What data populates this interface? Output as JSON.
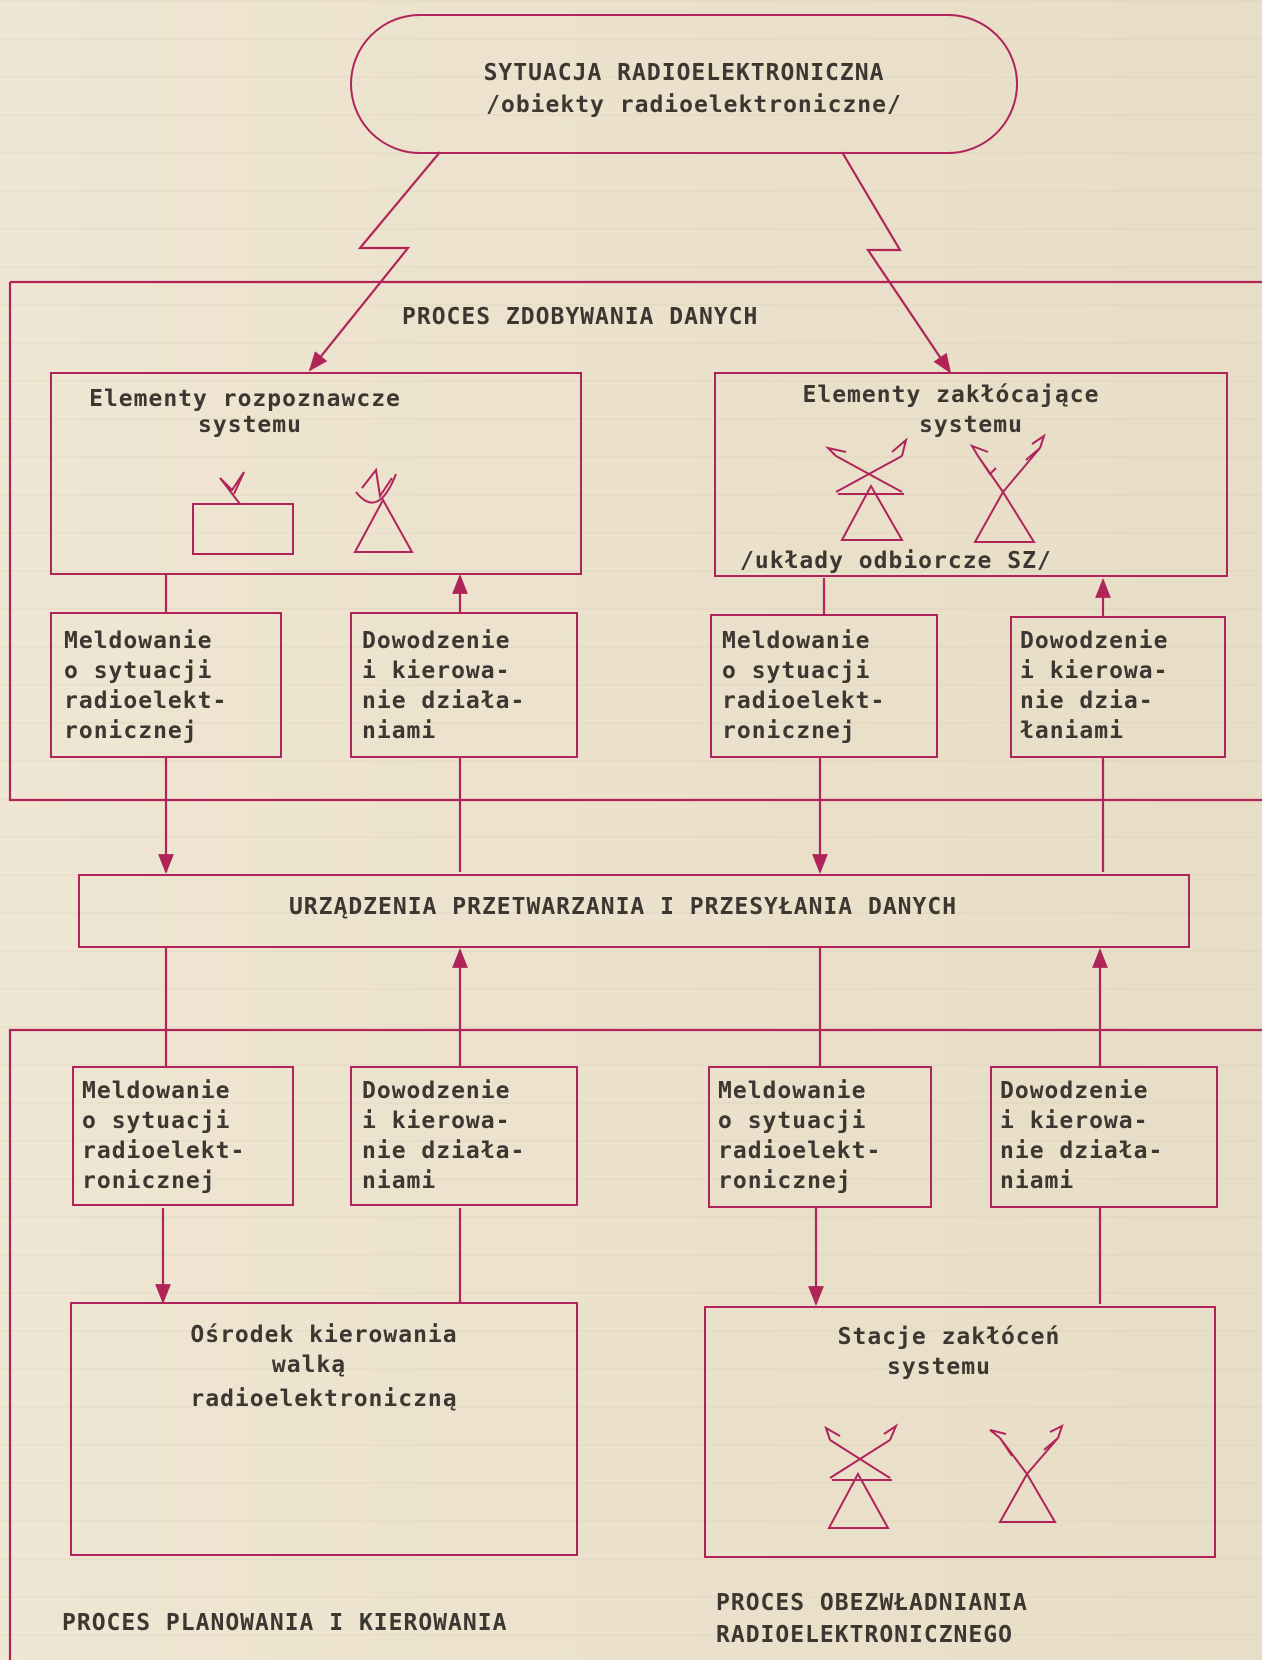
{
  "situation": {
    "title": "SYTUACJA RADIOELEKTRONICZNA",
    "subtitle": "/obiekty radioelektroniczne/"
  },
  "acquisition": {
    "title": "PROCES ZDOBYWANIA DANYCH",
    "recon_elements": [
      "Elementy rozpoznawcze",
      "systemu"
    ],
    "jamming_elements": [
      "Elementy zakłócające",
      "systemu"
    ],
    "receivers_note": "/układy odbiorcze SZ/"
  },
  "report_box": [
    "Meldowanie",
    "o sytuacji",
    "radioelekt-",
    "ronicznej"
  ],
  "command_box_a": [
    "Dowodzenie",
    "i kierowa-",
    "nie działa-",
    "niami"
  ],
  "command_box_b": [
    "Dowodzenie",
    "i kierowa-",
    "nie dzia-",
    "łaniami"
  ],
  "processing": {
    "title": "URZĄDZENIA PRZETWARZANIA I PRZESYŁANIA DANYCH"
  },
  "control_center": [
    "Ośrodek kierowania",
    "walką",
    "radioelektroniczną"
  ],
  "jam_stations": [
    "Stacje zakłóceń",
    "systemu"
  ],
  "planning": {
    "title": "PROCES PLANOWANIA I KIEROWANIA"
  },
  "neutralization": {
    "title": [
      "PROCES OBEZWŁADNIANIA",
      "RADIOELEKTRONICZNEGO"
    ]
  },
  "icons": [
    "radar-antenna-icon",
    "antenna-mast-icon",
    "jammer-antenna-icon"
  ],
  "colors": {
    "line": "#b0245a",
    "text": "#3d3731",
    "paper": "#ece3cf"
  }
}
